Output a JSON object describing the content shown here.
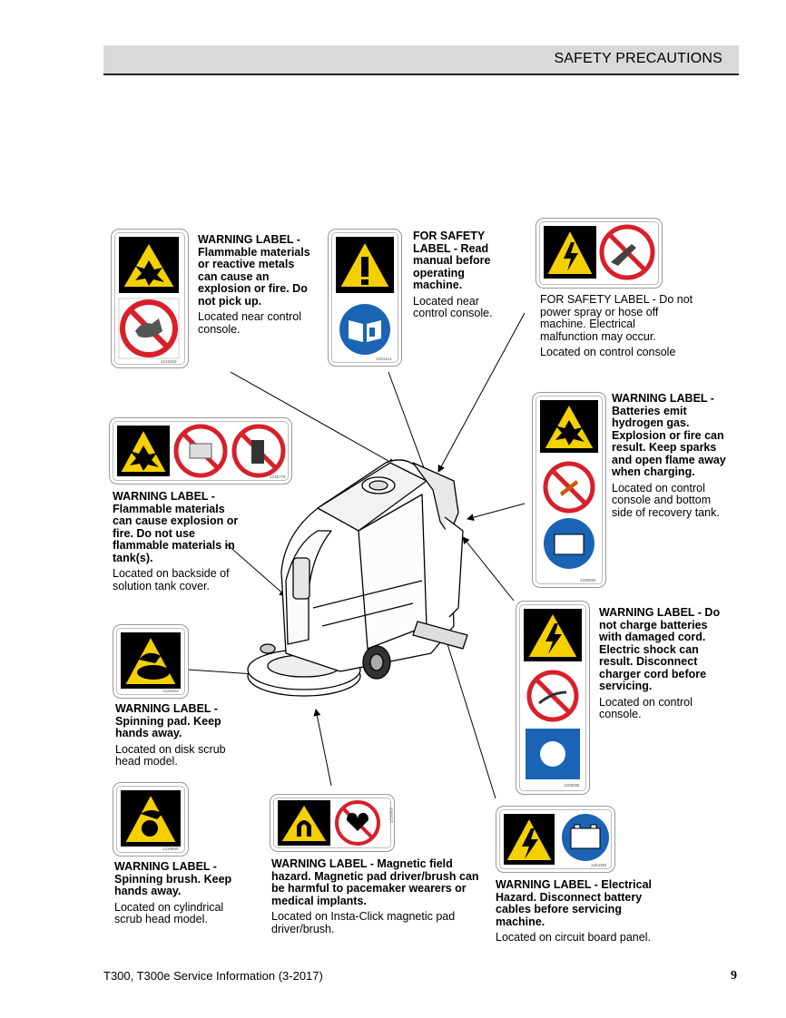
{
  "header": {
    "title": "SAFETY PRECAUTIONS"
  },
  "labels": [
    {
      "title": "WARNING LABEL - Flammable materials or reactive metals can cause an explosion or fire. Do not pick up.",
      "location": "Located near control console.",
      "part_no": "1215283"
    },
    {
      "title": "FOR SAFETY LABEL - Read manual before operating machine.",
      "location": "Located near control console.",
      "part_no": "1204414"
    },
    {
      "title": "FOR SAFETY LABEL - Do not power spray or hose off machine. Electrical malfunction may occur.",
      "location": "Located on control console"
    },
    {
      "title": "WARNING LABEL - Batteries emit hydrogen gas. Explosion or fire can result. Keep sparks and open flame away when charging.",
      "location": "Located on control console and bottom side of recovery tank.",
      "part_no": "1209084"
    },
    {
      "title": "WARNING LABEL - Flammable materials can cause explosion or fire. Do not use flammable materials in tank(s).",
      "location": "Located on backside of solution tank cover.",
      "part_no": "1215779"
    },
    {
      "title": "WARNING LABEL - Do not charge batteries with damaged cord. Electric shock can result. Disconnect charger cord before servicing.",
      "location": "Located on control console.",
      "part_no": "1209085"
    },
    {
      "title": "WARNING LABEL - Spinning pad. Keep hands away.",
      "location": "Located on disk scrub head model.",
      "part_no": "1226303"
    },
    {
      "title": "WARNING LABEL - Spinning brush. Keep hands away.",
      "location": "Located on cylindrical scrub head model.",
      "part_no": "1219850"
    },
    {
      "title": "WARNING LABEL - Magnetic field hazard. Magnetic pad driver/brush can be harmful to pacemaker wearers or medical implants.",
      "location": "Located on Insta-Click magnetic pad driver/brush.",
      "part_no": "1216302"
    },
    {
      "title": "WARNING LABEL - Electrical Hazard. Disconnect battery cables before servicing machine.",
      "location": "Located on circuit board panel.",
      "part_no": "1254384"
    }
  ],
  "footer": {
    "doc": "T300, T300e Service Information (3-2017)",
    "page": "9"
  },
  "colors": {
    "warning_yellow": "#f5d000",
    "prohibit_red": "#d7202a",
    "mandatory_blue": "#1a63b5"
  }
}
